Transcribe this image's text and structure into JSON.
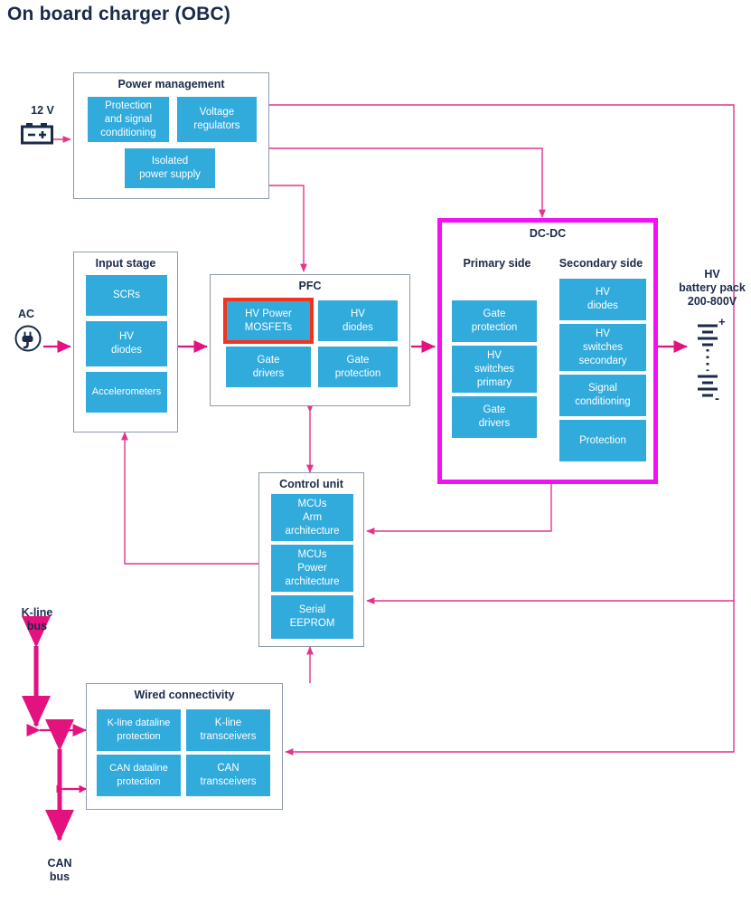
{
  "page": {
    "title": "On board charger (OBC)"
  },
  "colors": {
    "block_blue": "#31aadc",
    "group_border": "#8d99ae",
    "highlight_red": "#f4331e",
    "dcdc_border": "#f310f3",
    "wire_pink": "#e4348b",
    "text_dark": "#1b2a4a"
  },
  "sources": {
    "battery_12v": {
      "label": "12 V",
      "icon": "battery-icon"
    },
    "ac_input": {
      "label": "AC",
      "icon": "ac-plug-icon"
    },
    "hv_battery": {
      "label": "HV\nbattery pack\n200-800V",
      "line1": "HV",
      "line2": "battery pack",
      "line3": "200-800V",
      "icon": "battery-cell-icon"
    },
    "k_line_bus": {
      "line1": "K-line",
      "line2": "bus"
    },
    "can_bus": {
      "line1": "CAN",
      "line2": "bus"
    }
  },
  "groups": {
    "power_management": {
      "title": "Power management",
      "blocks": [
        {
          "label": "Protection\nand signal\nconditioning",
          "lines": [
            "Protection",
            "and signal",
            "conditioning"
          ]
        },
        {
          "label": "Voltage\nregulators",
          "lines": [
            "Voltage",
            "regulators"
          ]
        },
        {
          "label": "Isolated\npower supply",
          "lines": [
            "Isolated",
            "power supply"
          ]
        }
      ]
    },
    "input_stage": {
      "title": "Input stage",
      "blocks": [
        {
          "label": "SCRs",
          "lines": [
            "SCRs"
          ]
        },
        {
          "label": "HV\ndiodes",
          "lines": [
            "HV",
            "diodes"
          ]
        },
        {
          "label": "Accelerometers",
          "lines": [
            "Accelerometers"
          ]
        }
      ]
    },
    "pfc": {
      "title": "PFC",
      "blocks": [
        {
          "label": "HV Power\nMOSFETs",
          "lines": [
            "HV Power",
            "MOSFETs"
          ],
          "highlighted": true
        },
        {
          "label": "HV\ndiodes",
          "lines": [
            "HV",
            "diodes"
          ],
          "highlighted": false
        },
        {
          "label": "Gate\ndrivers",
          "lines": [
            "Gate",
            "drivers"
          ],
          "highlighted": false
        },
        {
          "label": "Gate\nprotection",
          "lines": [
            "Gate",
            "protection"
          ],
          "highlighted": false
        }
      ]
    },
    "dcdc": {
      "title": "DC-DC",
      "primary_header": "Primary side",
      "secondary_header": "Secondary side",
      "primary_blocks": [
        {
          "label": "Gate\nprotection",
          "lines": [
            "Gate",
            "protection"
          ]
        },
        {
          "label": "HV\nswitches\nprimary",
          "lines": [
            "HV",
            "switches",
            "primary"
          ]
        },
        {
          "label": "Gate\ndrivers",
          "lines": [
            "Gate",
            "drivers"
          ]
        }
      ],
      "secondary_blocks": [
        {
          "label": "HV\ndiodes",
          "lines": [
            "HV",
            "diodes"
          ]
        },
        {
          "label": "HV\nswitches\nsecondary",
          "lines": [
            "HV",
            "switches",
            "secondary"
          ]
        },
        {
          "label": "Signal\nconditioning",
          "lines": [
            "Signal",
            "conditioning"
          ]
        },
        {
          "label": "Protection",
          "lines": [
            "Protection"
          ]
        }
      ]
    },
    "control_unit": {
      "title": "Control unit",
      "blocks": [
        {
          "label": "MCUs\nArm\narchitecture",
          "lines": [
            "MCUs",
            "Arm",
            "architecture"
          ]
        },
        {
          "label": "MCUs\nPower\narchitecture",
          "lines": [
            "MCUs",
            "Power",
            "architecture"
          ]
        },
        {
          "label": "Serial\nEEPROM",
          "lines": [
            "Serial",
            "EEPROM"
          ]
        }
      ]
    },
    "wired_connectivity": {
      "title": "Wired connectivity",
      "blocks": [
        {
          "label": "K-line dataline\nprotection",
          "lines": [
            "K-line dataline",
            "protection"
          ]
        },
        {
          "label": "K-line\ntransceivers",
          "lines": [
            "K-line",
            "transceivers"
          ]
        },
        {
          "label": "CAN dataline\nprotection",
          "lines": [
            "CAN dataline",
            "protection"
          ]
        },
        {
          "label": "CAN\ntransceivers",
          "lines": [
            "CAN",
            "transceivers"
          ]
        }
      ]
    }
  }
}
